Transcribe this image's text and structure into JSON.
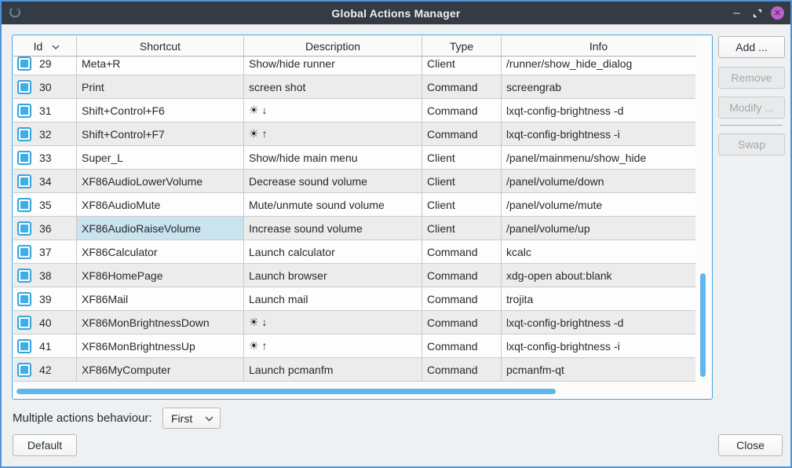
{
  "window": {
    "title": "Global Actions Manager",
    "controls": {
      "minimize": "–",
      "close": "✕"
    }
  },
  "table": {
    "columns": {
      "id": "Id",
      "shortcut": "Shortcut",
      "description": "Description",
      "type": "Type",
      "info": "Info"
    },
    "rows": [
      {
        "id": "29",
        "shortcut": "Meta+R",
        "description": "Show/hide runner",
        "type": "Client",
        "info": "/runner/show_hide_dialog",
        "checked": true,
        "selected": false
      },
      {
        "id": "30",
        "shortcut": "Print",
        "description": "screen shot",
        "type": "Command",
        "info": "screengrab",
        "checked": true,
        "selected": false
      },
      {
        "id": "31",
        "shortcut": "Shift+Control+F6",
        "description": "☀ ↓",
        "type": "Command",
        "info": "lxqt-config-brightness -d",
        "checked": true,
        "selected": false
      },
      {
        "id": "32",
        "shortcut": "Shift+Control+F7",
        "description": "☀ ↑",
        "type": "Command",
        "info": "lxqt-config-brightness -i",
        "checked": true,
        "selected": false
      },
      {
        "id": "33",
        "shortcut": "Super_L",
        "description": "Show/hide main menu",
        "type": "Client",
        "info": "/panel/mainmenu/show_hide",
        "checked": true,
        "selected": false
      },
      {
        "id": "34",
        "shortcut": "XF86AudioLowerVolume",
        "description": "Decrease sound volume",
        "type": "Client",
        "info": "/panel/volume/down",
        "checked": true,
        "selected": false
      },
      {
        "id": "35",
        "shortcut": "XF86AudioMute",
        "description": "Mute/unmute sound volume",
        "type": "Client",
        "info": "/panel/volume/mute",
        "checked": true,
        "selected": false
      },
      {
        "id": "36",
        "shortcut": "XF86AudioRaiseVolume",
        "description": "Increase sound volume",
        "type": "Client",
        "info": "/panel/volume/up",
        "checked": true,
        "selected": true
      },
      {
        "id": "37",
        "shortcut": "XF86Calculator",
        "description": "Launch calculator",
        "type": "Command",
        "info": "kcalc",
        "checked": true,
        "selected": false
      },
      {
        "id": "38",
        "shortcut": "XF86HomePage",
        "description": "Launch browser",
        "type": "Command",
        "info": "xdg-open about:blank",
        "checked": true,
        "selected": false
      },
      {
        "id": "39",
        "shortcut": "XF86Mail",
        "description": "Launch mail",
        "type": "Command",
        "info": "trojita",
        "checked": true,
        "selected": false
      },
      {
        "id": "40",
        "shortcut": "XF86MonBrightnessDown",
        "description": "☀ ↓",
        "type": "Command",
        "info": "lxqt-config-brightness -d",
        "checked": true,
        "selected": false
      },
      {
        "id": "41",
        "shortcut": "XF86MonBrightnessUp",
        "description": "☀ ↑",
        "type": "Command",
        "info": "lxqt-config-brightness -i",
        "checked": true,
        "selected": false
      },
      {
        "id": "42",
        "shortcut": "XF86MyComputer",
        "description": "Launch pcmanfm",
        "type": "Command",
        "info": "pcmanfm-qt",
        "checked": true,
        "selected": false
      }
    ]
  },
  "side_buttons": {
    "add": {
      "label": "Add ...",
      "enabled": true
    },
    "remove": {
      "label": "Remove",
      "enabled": false
    },
    "modify": {
      "label": "Modify ...",
      "enabled": false
    },
    "swap": {
      "label": "Swap",
      "enabled": false
    }
  },
  "footer": {
    "behaviour_label": "Multiple actions behaviour:",
    "behaviour_value": "First",
    "default_label": "Default",
    "close_label": "Close"
  },
  "colors": {
    "accent_blue": "#3daee9",
    "window_border": "#4f94d9",
    "titlebar_bg": "#353b43",
    "close_button": "#bc5fcf",
    "selected_cell": "#cbe2ef",
    "scrollbar": "#62b7ea",
    "alt_row": "#ececec"
  }
}
